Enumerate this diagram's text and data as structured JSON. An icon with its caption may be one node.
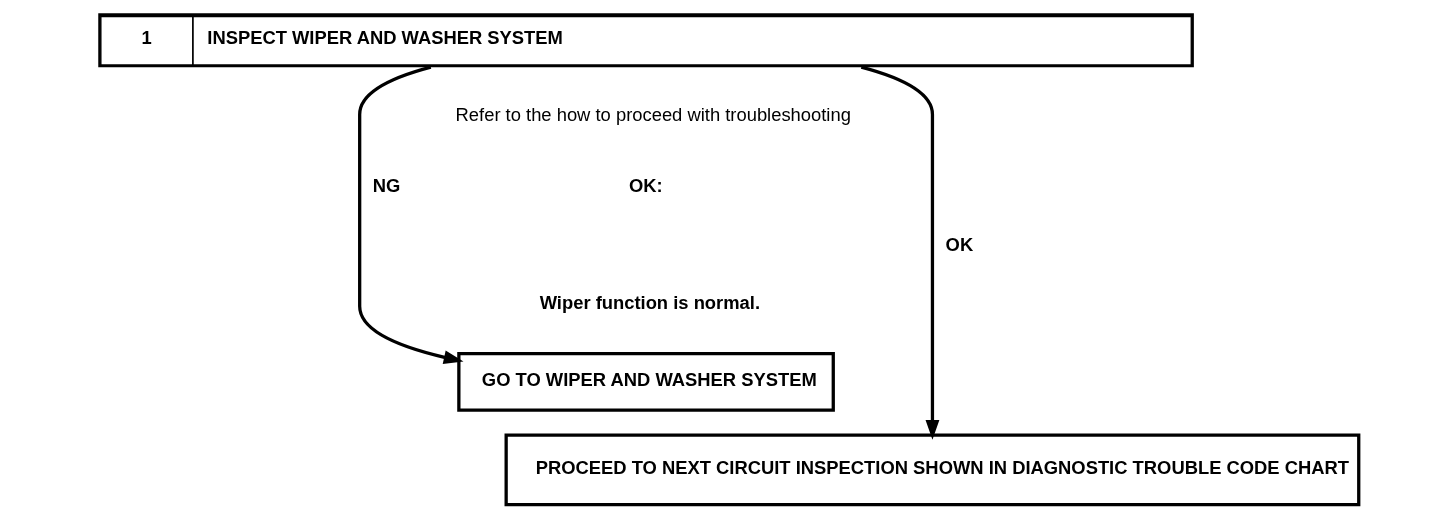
{
  "diagram": {
    "nodes": [
      {
        "text": [
          "1",
          "INSPECT WIPER AND WASHER SYSTEM"
        ]
      },
      {
        "text": [
          "GO TO WIPER AND WASHER SYSTEM"
        ]
      },
      {
        "text": [
          "PROCEED TO NEXT CIRCUIT INSPECTION SHOWN IN DIAGNOSTIC TROUBLE CODE CHART"
        ]
      }
    ],
    "edges": [
      {
        "from": 0,
        "to": 1,
        "arrow": "to",
        "label": "NG"
      },
      {
        "from": 0,
        "to": 2,
        "arrow": "to",
        "label": "OK"
      }
    ],
    "labels": [
      "Refer to the how to proceed with troubleshooting",
      "OK:",
      "Wiper function is normal."
    ]
  }
}
